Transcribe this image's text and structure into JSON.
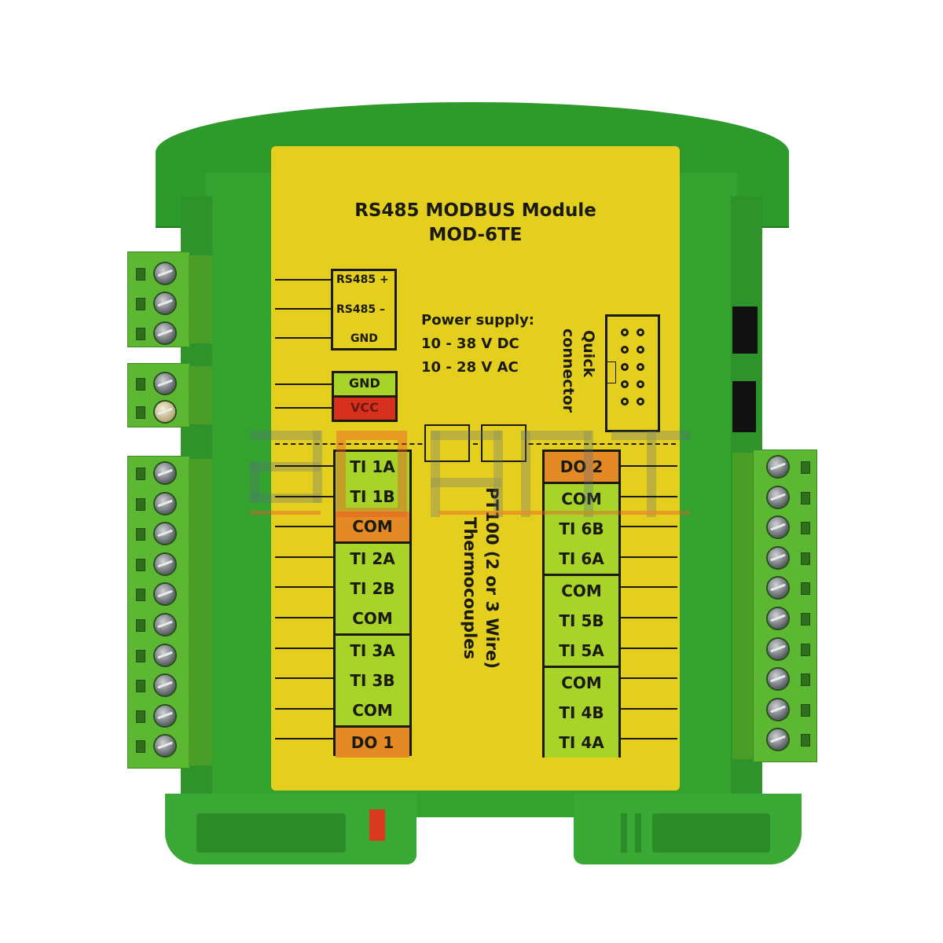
{
  "product": {
    "title_line1": "RS485 MODBUS Module",
    "title_line2": "MOD-6TE"
  },
  "rs485_block": {
    "pins": [
      "RS485 +",
      "RS485 –",
      "GND"
    ]
  },
  "power_block": {
    "pins": [
      "GND",
      "VCC"
    ],
    "heading": "Power supply:",
    "dc_range": "10 - 38 V DC",
    "ac_range": "10 - 28 V AC"
  },
  "quick_connector": {
    "label_line1": "Quick",
    "label_line2": "connector"
  },
  "left_terminals": [
    {
      "label": "TI 1A",
      "color": "green"
    },
    {
      "label": "TI 1B",
      "color": "green"
    },
    {
      "label": "COM",
      "color": "orange"
    },
    {
      "label": "TI 2A",
      "color": "green"
    },
    {
      "label": "TI 2B",
      "color": "green"
    },
    {
      "label": "COM",
      "color": "green"
    },
    {
      "label": "TI 3A",
      "color": "green"
    },
    {
      "label": "TI 3B",
      "color": "green"
    },
    {
      "label": "COM",
      "color": "green"
    },
    {
      "label": "DO 1",
      "color": "orange"
    }
  ],
  "right_terminals": [
    {
      "label": "DO 2",
      "color": "orange"
    },
    {
      "label": "COM",
      "color": "green"
    },
    {
      "label": "TI 6B",
      "color": "green"
    },
    {
      "label": "TI 6A",
      "color": "green"
    },
    {
      "label": "COM",
      "color": "green"
    },
    {
      "label": "TI 5B",
      "color": "green"
    },
    {
      "label": "TI 5A",
      "color": "green"
    },
    {
      "label": "COM",
      "color": "green"
    },
    {
      "label": "TI 4B",
      "color": "green"
    },
    {
      "label": "TI 4A",
      "color": "green"
    }
  ],
  "input_type": {
    "line1": "PT100 (2 or 3 Wire)",
    "line2": "Thermocouples"
  },
  "colors": {
    "housing_green": "#34a22f",
    "label_yellow": "#e5cf1e",
    "cell_green": "#a8d42a",
    "cell_orange": "#e48a24",
    "cell_red": "#d8301e"
  }
}
